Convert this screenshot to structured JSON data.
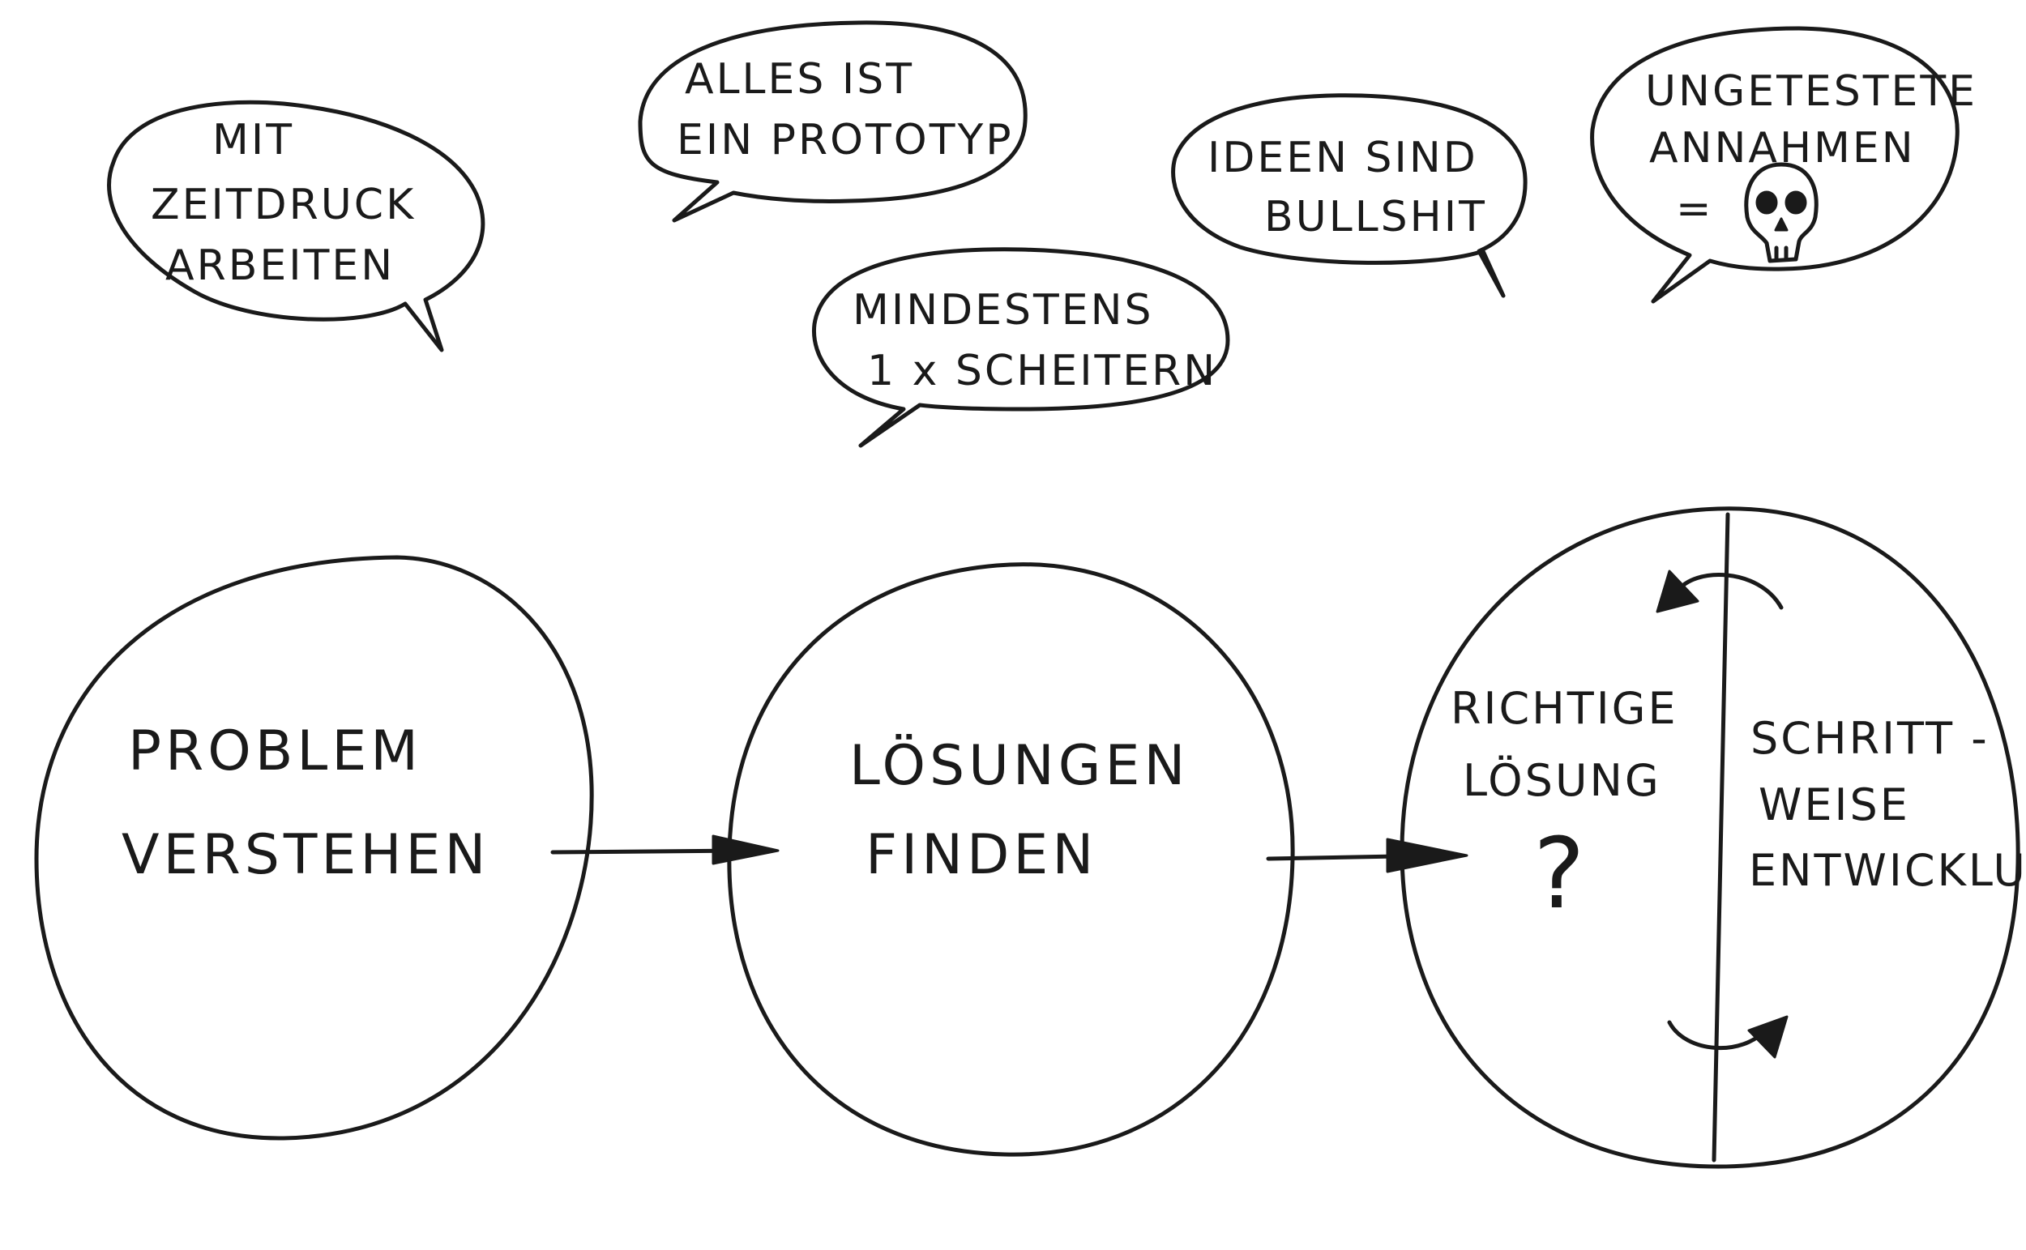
{
  "speech_bubbles": [
    {
      "id": "zeitdruck",
      "lines": [
        "MIT",
        "ZEITDRUCK",
        "ARBEITEN"
      ]
    },
    {
      "id": "prototyp",
      "lines": [
        "ALLES IST",
        "EIN PROTOTYP"
      ]
    },
    {
      "id": "scheitern",
      "lines": [
        "MINDESTENS",
        "1 x SCHEITERN"
      ]
    },
    {
      "id": "bullshit",
      "lines": [
        "IDEEN SIND",
        "BULLSHIT"
      ]
    },
    {
      "id": "annahmen",
      "lines": [
        "UNGETESTETE",
        "ANNAHMEN",
        "="
      ],
      "icon": "skull-icon"
    }
  ],
  "stages": [
    {
      "id": "problem",
      "lines": [
        "PROBLEM",
        "VERSTEHEN"
      ]
    },
    {
      "id": "loesungen",
      "lines": [
        "LÖSUNGEN",
        "FINDEN"
      ]
    },
    {
      "id": "entwicklung",
      "left_lines": [
        "RICHTIGE",
        "LÖSUNG",
        "?"
      ],
      "right_lines": [
        "SCHRITT -",
        "WEISE",
        "ENTWICKLUNG"
      ],
      "cycle_icon": "cycle-arrows-icon"
    }
  ],
  "connectors": [
    {
      "from": "problem",
      "to": "loesungen",
      "icon": "arrow-right-icon"
    },
    {
      "from": "loesungen",
      "to": "entwicklung",
      "icon": "arrow-right-icon"
    }
  ],
  "colors": {
    "ink": "#1a1a1a",
    "paper": "#ffffff"
  }
}
